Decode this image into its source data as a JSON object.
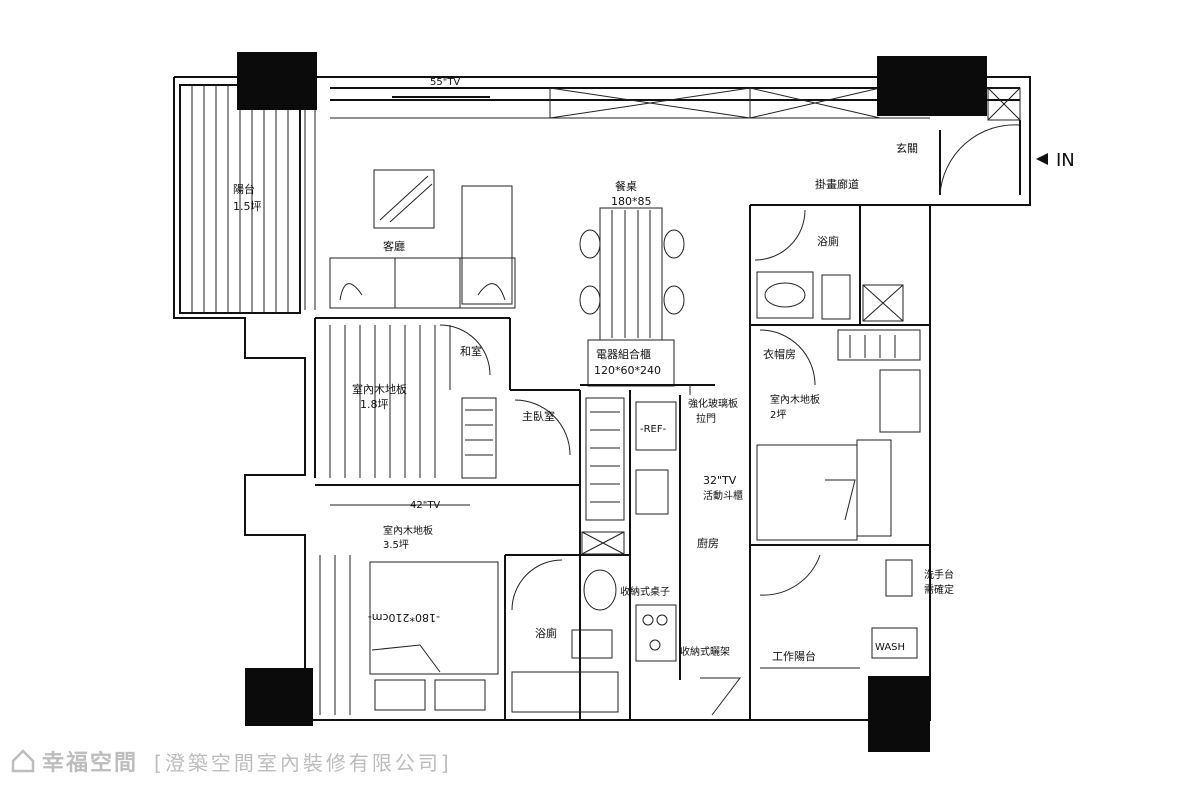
{
  "rooms": {
    "tv_55": "55\"TV",
    "balcony": "陽台",
    "balcony_size": "1.5坪",
    "living": "客廳",
    "dining_table": "餐桌",
    "dining_size": "180*85",
    "entry": "玄關",
    "in_label": "IN",
    "hallway": "掛畫廊道",
    "bath_main": "浴廁",
    "washitsu": "和室",
    "floor_wood_a": "室內木地板",
    "floor_wood_a_size": "1.8坪",
    "cabinet": "電器組合櫃",
    "cabinet_size": "120*60*240",
    "master": "主臥室",
    "glass_door": "強化玻璃板",
    "glass_door_2": "拉門",
    "ref": "-REF-",
    "closet": "衣帽房",
    "floor_wood_b": "室內木地板",
    "floor_wood_b_size": "2坪",
    "tv_32": "32\"TV",
    "tv_32_note": "活動斗櫃",
    "tv_42": "42\"TV",
    "floor_wood_c": "室內木地板",
    "floor_wood_c_size": "3.5坪",
    "kitchen": "廚房",
    "bed_size": "-180*210cm-",
    "hidden_table": "收納式桌子",
    "bath_2": "浴廁",
    "wash_basin": "洗手台",
    "wash_basin_2": "需確定",
    "storage_rack": "收納式曬架",
    "work_balcony": "工作陽台",
    "wash": "WASH"
  },
  "watermark": {
    "brand": "幸福空間",
    "company": "[澄築空間室內裝修有限公司]"
  }
}
